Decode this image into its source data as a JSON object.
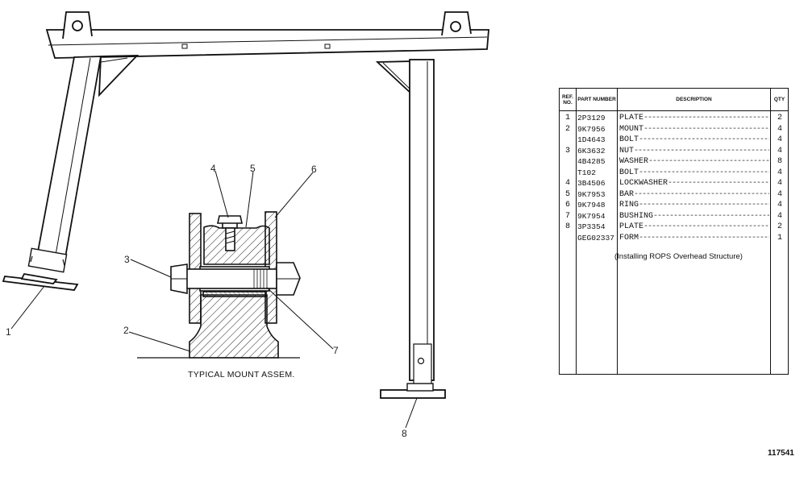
{
  "caption": "TYPICAL MOUNT ASSEM.",
  "drawing_id": "117541",
  "callouts": [
    "1",
    "2",
    "3",
    "4",
    "5",
    "6",
    "7",
    "8"
  ],
  "table": {
    "headers": {
      "ref": "REF. NO.",
      "part": "PART NUMBER",
      "desc": "DESCRIPTION",
      "qty": "QTY"
    },
    "rows": [
      {
        "ref": "1",
        "part": "2P3129",
        "desc": "PLATE",
        "qty": "2"
      },
      {
        "ref": "2",
        "part": "9K7956",
        "desc": "MOUNT",
        "qty": "4"
      },
      {
        "ref": "",
        "part": "1D4643",
        "desc": "BOLT",
        "qty": "4"
      },
      {
        "ref": "3",
        "part": "6K3632",
        "desc": "NUT",
        "qty": "4"
      },
      {
        "ref": "",
        "part": "4B4285",
        "desc": "WASHER",
        "qty": "8"
      },
      {
        "ref": "",
        "part": "T102",
        "desc": "BOLT",
        "qty": "4"
      },
      {
        "ref": "4",
        "part": "3B4506",
        "desc": "LOCKWASHER",
        "qty": "4"
      },
      {
        "ref": "5",
        "part": "9K7953",
        "desc": "BAR",
        "qty": "4"
      },
      {
        "ref": "6",
        "part": "9K7948",
        "desc": "RING",
        "qty": "4"
      },
      {
        "ref": "7",
        "part": "9K7954",
        "desc": "BUSHING",
        "qty": "4"
      },
      {
        "ref": "8",
        "part": "3P3354",
        "desc": "PLATE",
        "qty": "2"
      },
      {
        "ref": "",
        "part": "GEG02337",
        "desc": "FORM",
        "qty": "1"
      }
    ],
    "note": "(Installing ROPS Overhead Structure)"
  }
}
